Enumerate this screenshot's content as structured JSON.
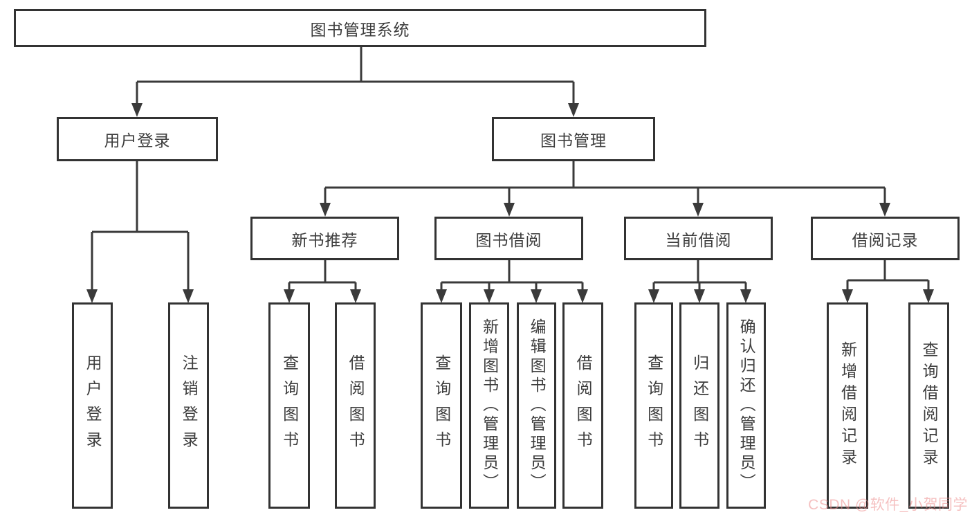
{
  "tree": {
    "label": "图书管理系统",
    "children": [
      {
        "label": "用户登录",
        "children": [
          {
            "label": "用户登录"
          },
          {
            "label": "注销登录"
          }
        ]
      },
      {
        "label": "图书管理",
        "children": [
          {
            "label": "新书推荐",
            "children": [
              {
                "label": "查询图书"
              },
              {
                "label": "借阅图书"
              }
            ]
          },
          {
            "label": "图书借阅",
            "children": [
              {
                "label": "查询图书"
              },
              {
                "label": "新增图书（管理员）"
              },
              {
                "label": "编辑图书（管理员）"
              },
              {
                "label": "借阅图书"
              }
            ]
          },
          {
            "label": "当前借阅",
            "children": [
              {
                "label": "查询图书"
              },
              {
                "label": "归还图书"
              },
              {
                "label": "确认归还（管理员）"
              }
            ]
          },
          {
            "label": "借阅记录",
            "children": [
              {
                "label": "新增借阅记录"
              },
              {
                "label": "查询借阅记录"
              }
            ]
          }
        ]
      }
    ]
  },
  "watermark": {
    "text": "CSDN @软件_小贺同学"
  },
  "colors": {
    "background": "#ffffff",
    "border": "#333333",
    "line": "#3a3a3a",
    "text": "#3d3d3d",
    "watermark": "#ee8e8e"
  }
}
